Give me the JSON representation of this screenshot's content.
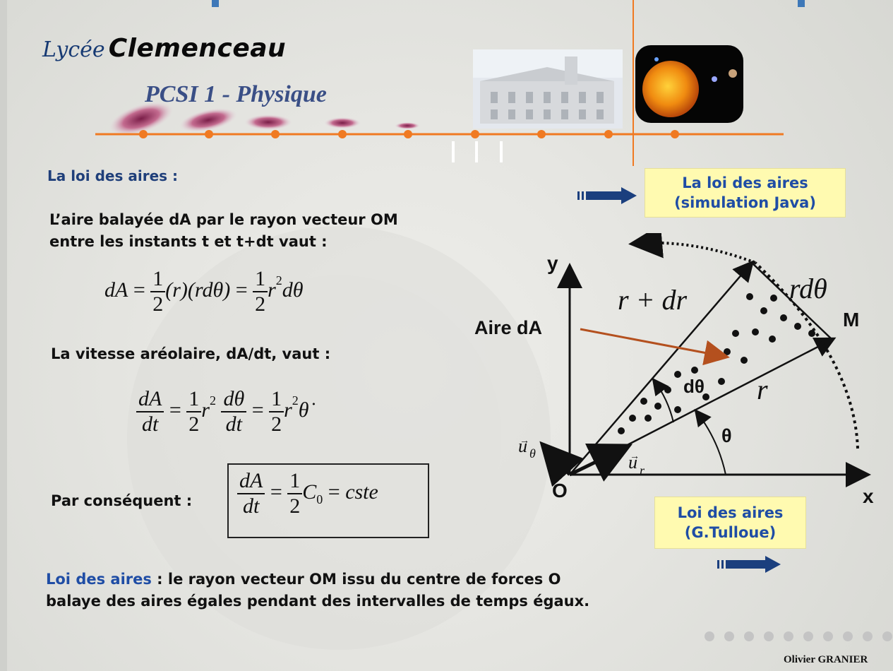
{
  "header": {
    "school_prefix": "Lycée",
    "school_name": "Clemenceau",
    "course": "PCSI 1 - Physique"
  },
  "section_title": "La loi des aires :",
  "intro_line1": "L’aire balayée dA par le rayon vecteur OM",
  "intro_line2": "entre les instants t et t+dt vaut :",
  "eq1": {
    "lhs": "dA",
    "eq": "=",
    "one": "1",
    "two": "2",
    "mid": "(r)(rdθ)",
    "end": "r",
    "exp": "2",
    "dtheta": "dθ"
  },
  "vitesse_label": "La vitesse aréolaire, dA/dt, vaut :",
  "eq2": {
    "dA": "dA",
    "dt": "dt",
    "one": "1",
    "two": "2",
    "r": "r",
    "exp": "2",
    "dtheta": "dθ",
    "thetadot": "θ̇"
  },
  "consequent_label": "Par conséquent :",
  "eq3": {
    "dA": "dA",
    "dt": "dt",
    "one": "1",
    "two": "2",
    "c": "C",
    "sub": "0",
    "cste": "cste"
  },
  "conclusion": {
    "keyword": "Loi des aires",
    "rest_line1": " : le rayon vecteur OM issu du centre de forces O",
    "line2": "balaye des aires égales pendant des intervalles de temps égaux."
  },
  "links": {
    "java_line1": "La loi des aires",
    "java_line2": "(simulation Java)",
    "tulloue_line1": "Loi des aires",
    "tulloue_line2": "(G.Tulloue)"
  },
  "diagram": {
    "y_label": "y",
    "x_label": "x",
    "origin": "O",
    "point_m": "M",
    "aire_label": "Aire dA",
    "r_plus_dr": "r + dr",
    "r_dtheta": "rdθ",
    "r": "r",
    "dtheta": "dθ",
    "theta": "θ",
    "u_theta": "u",
    "u_theta_sub": "θ",
    "u_r": "u",
    "u_r_sub": "r"
  },
  "footer": {
    "author": "Olivier GRANIER"
  },
  "colors": {
    "orange": "#f07a22",
    "navy": "#1f3f7a",
    "callout_bg": "#fffab0",
    "arrow_blue": "#1b3f7e"
  }
}
